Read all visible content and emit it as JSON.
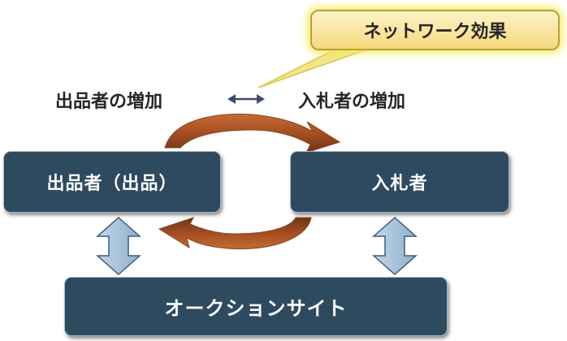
{
  "callout": {
    "text": "ネットワーク効果"
  },
  "labels": {
    "seller_increase": "出品者の増加",
    "bidder_increase": "入札者の増加"
  },
  "boxes": {
    "seller": "出品者（出品）",
    "bidder": "入札者",
    "auction_site": "オークションサイト"
  },
  "colors": {
    "box_fill": "#2d4a5f",
    "cycle_arrow": "#a85428",
    "vertical_arrow": "#a9c3d9",
    "callout_fill": "#fde9a9"
  }
}
